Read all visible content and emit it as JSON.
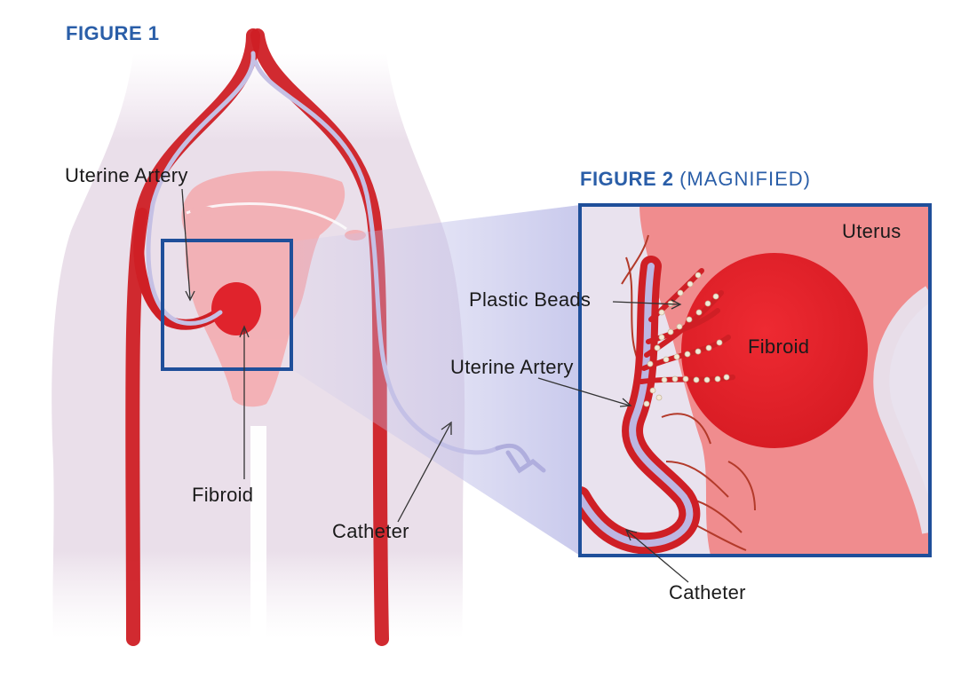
{
  "figure1": {
    "title": "FIGURE 1",
    "labels": {
      "uterine_artery": "Uterine Artery",
      "fibroid": "Fibroid",
      "catheter": "Catheter"
    }
  },
  "figure2": {
    "title": "FIGURE 2",
    "subtitle": "(MAGNIFIED)",
    "labels": {
      "uterus": "Uterus",
      "plastic_beads": "Plastic Beads",
      "fibroid": "Fibroid",
      "uterine_artery": "Uterine Artery",
      "catheter": "Catheter"
    }
  },
  "colors": {
    "title_blue": "#2a5ea8",
    "frame_blue": "#1f4f9a",
    "artery_red": "#d11f24",
    "fibroid_red": "#e4202b",
    "uterus_pink": "#f08c8e",
    "body_lavender": "#e8dde8",
    "catheter_lavender": "#b9b3dc",
    "bead_white": "#f3ead8"
  }
}
